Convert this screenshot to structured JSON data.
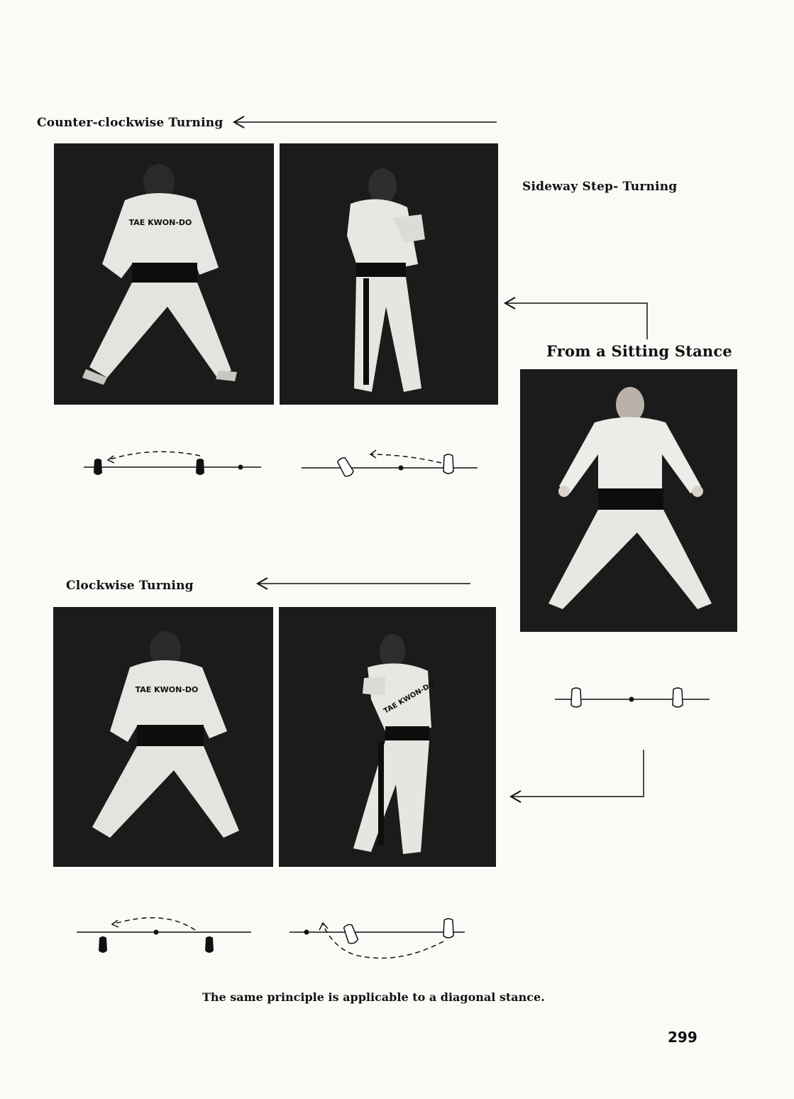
{
  "labels": {
    "ccw": "Counter-clockwise Turning",
    "sideway": "Sideway Step- Turning",
    "sitting": "From a Sitting Stance",
    "cw": "Clockwise Turning"
  },
  "caption": "The same principle is applicable to a diagonal stance.",
  "page_number": "299",
  "colors": {
    "ink": "#111111",
    "photo_bg": "#1b1b1b",
    "uniform": "#eeeeea",
    "belt": "#0d0d0d"
  },
  "photos": [
    {
      "name": "photo-ccw-back-view",
      "belt_text": "TAE KWON-DO"
    },
    {
      "name": "photo-ccw-side-view"
    },
    {
      "name": "photo-sitting-stance-front"
    },
    {
      "name": "photo-cw-back-view",
      "belt_text": "TAE KWON-DO"
    },
    {
      "name": "photo-cw-side-view",
      "belt_text": "TAE KWON-DO"
    }
  ]
}
